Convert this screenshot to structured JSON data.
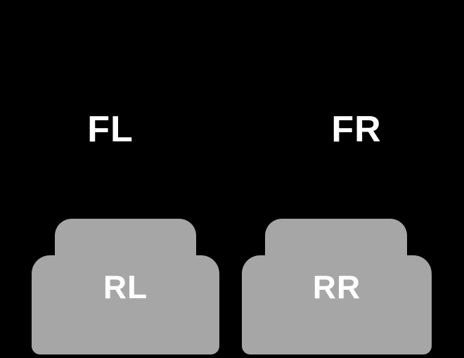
{
  "diagram": {
    "description_labels": {
      "front_left": "FL",
      "front_right": "FR",
      "rear_left": "RL",
      "rear_right": "RR"
    }
  },
  "labels": {
    "front_left": "FL",
    "front_right": "FR",
    "rear_left": "RL",
    "rear_right": "RR"
  },
  "colors": {
    "background": "#000000",
    "mat": "#a6a6a6",
    "label_text": "#ffffff"
  }
}
